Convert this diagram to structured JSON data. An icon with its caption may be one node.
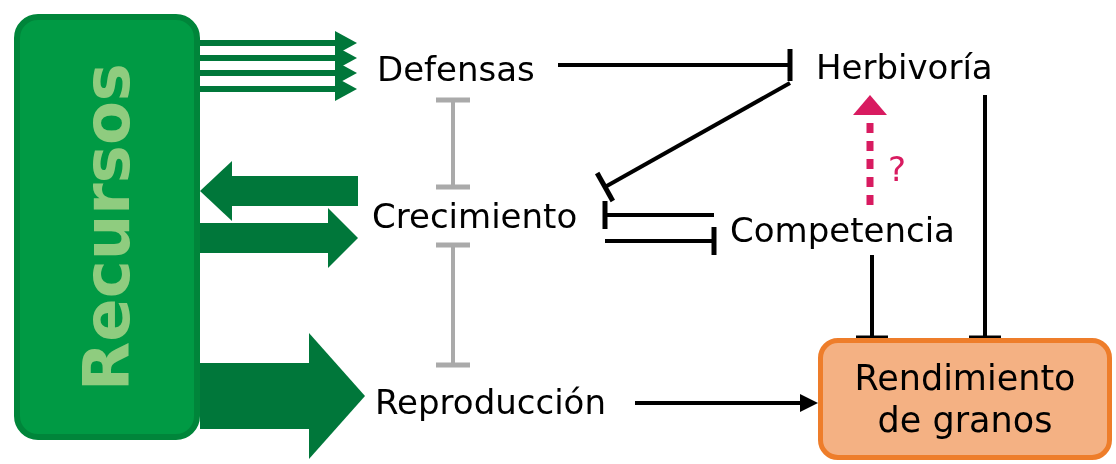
{
  "diagram": {
    "nodes": [
      {
        "text": [
          "Recursos"
        ]
      },
      {
        "text": [
          "Defensas"
        ]
      },
      {
        "text": [
          "Crecimiento"
        ]
      },
      {
        "text": [
          "Reproducción"
        ]
      },
      {
        "text": [
          "Herbivoría"
        ]
      },
      {
        "text": [
          "Competencia"
        ]
      },
      {
        "text": [
          "Rendimiento de granos"
        ]
      }
    ],
    "edges": [
      {
        "from": 0,
        "to": 1,
        "arrow": "to",
        "color": "#00773a"
      },
      {
        "from": 0,
        "to": 1,
        "arrow": "to",
        "color": "#00773a"
      },
      {
        "from": 0,
        "to": 1,
        "arrow": "to",
        "color": "#00773a"
      },
      {
        "from": 0,
        "to": 1,
        "arrow": "to",
        "color": "#00773a"
      },
      {
        "from": 2,
        "to": 0,
        "arrow": "to",
        "style": "thick",
        "color": "#00773a"
      },
      {
        "from": 0,
        "to": 2,
        "arrow": "to",
        "style": "thick",
        "color": "#00773a"
      },
      {
        "from": 0,
        "to": 3,
        "arrow": "to",
        "style": "thick",
        "color": "#00773a"
      },
      {
        "from": 1,
        "to": 4,
        "arrow": "other",
        "color": "#000000"
      },
      {
        "from": 4,
        "to": 2,
        "arrow": "other",
        "color": "#000000"
      },
      {
        "from": 5,
        "to": 2,
        "arrow": "other",
        "color": "#000000"
      },
      {
        "from": 2,
        "to": 5,
        "arrow": "other",
        "color": "#000000"
      },
      {
        "from": 5,
        "to": 6,
        "arrow": "other",
        "color": "#000000"
      },
      {
        "from": 4,
        "to": 6,
        "arrow": "other",
        "color": "#000000"
      },
      {
        "from": 5,
        "to": 4,
        "arrow": "to",
        "style": "dashed",
        "color": "#d81b60",
        "label": "?"
      },
      {
        "from": 3,
        "to": 6,
        "arrow": "to",
        "color": "#000000"
      },
      {
        "from": 1,
        "to": 2,
        "arrow": "other",
        "color": "#aaaaaa"
      },
      {
        "from": 2,
        "to": 3,
        "arrow": "other",
        "color": "#aaaaaa"
      }
    ]
  }
}
